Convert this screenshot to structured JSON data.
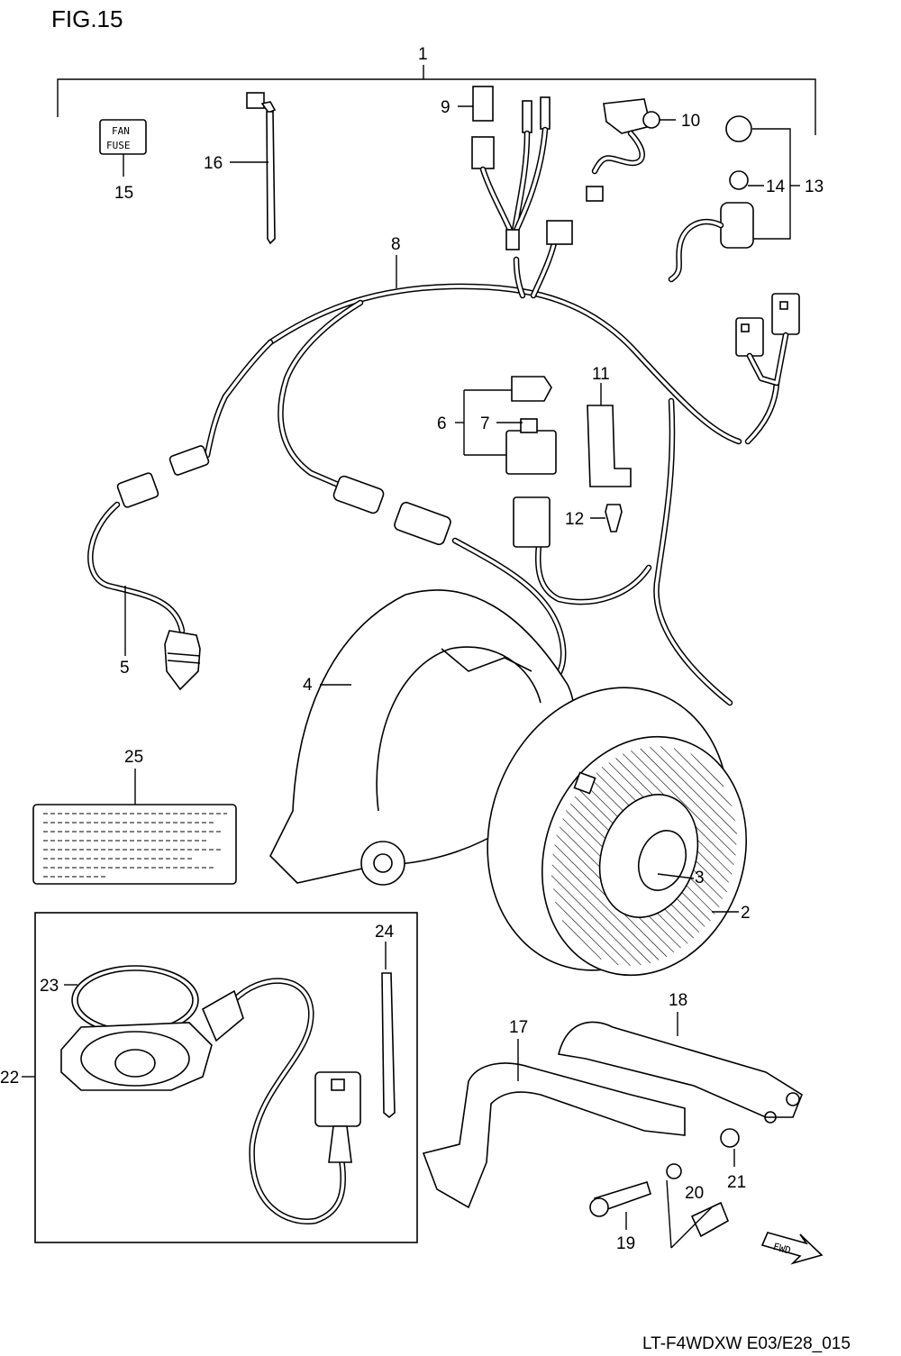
{
  "figure_title": "FIG.15",
  "footer_code": "LT-F4WDXW E03/E28_015",
  "fuse_label": {
    "line1": "FAN",
    "line2": "FUSE"
  },
  "fwd_label": "FWD",
  "callouts": {
    "c1": "1",
    "c2": "2",
    "c3": "3",
    "c4": "4",
    "c5": "5",
    "c6": "6",
    "c7": "7",
    "c8": "8",
    "c9": "9",
    "c10": "10",
    "c11": "11",
    "c12": "12",
    "c13": "13",
    "c14": "14",
    "c15": "15",
    "c16": "16",
    "c17": "17",
    "c18": "18",
    "c19": "19",
    "c20": "20",
    "c21": "21",
    "c22": "22",
    "c23": "23",
    "c24": "24",
    "c25": "25"
  }
}
